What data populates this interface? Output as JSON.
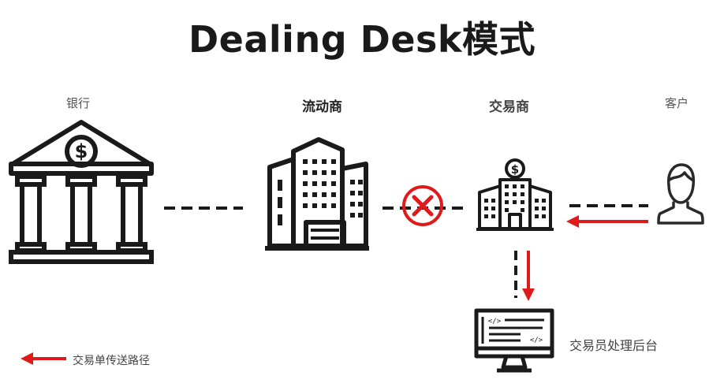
{
  "title": "Dealing Desk模式",
  "nodes": {
    "bank": "银行",
    "liquidity_provider": "流动商",
    "broker": "交易商",
    "client": "客户"
  },
  "backend": "交易员处理后台",
  "legend": "交易单传送路径",
  "colors": {
    "line": "#222222",
    "accent": "#e01a1a"
  },
  "icons": [
    "bank-icon",
    "skyscraper-icon",
    "broker-building-icon",
    "person-icon",
    "computer-monitor-icon",
    "blocked-x-icon",
    "red-arrow-icon"
  ]
}
